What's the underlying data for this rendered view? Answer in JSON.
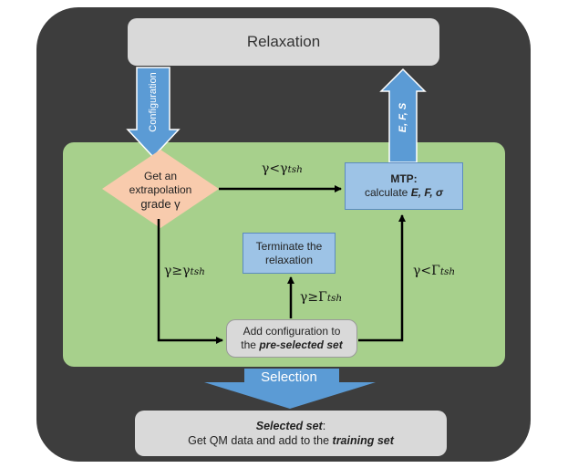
{
  "relaxation": {
    "label": "Relaxation"
  },
  "configuration_arrow": {
    "label": "Configuration"
  },
  "efs_arrow": {
    "label": "E, F, S"
  },
  "decision": {
    "line1": "Get an",
    "line2": "extrapolation",
    "line3": "grade γ"
  },
  "mtp": {
    "title": "MTP:",
    "prefix": "calculate ",
    "quantities": "E, F, σ"
  },
  "terminate": {
    "line1": "Terminate the",
    "line2": "relaxation"
  },
  "add_config": {
    "line1": "Add configuration to",
    "line2_prefix": "the ",
    "line2_emph": "pre-selected set"
  },
  "selection_arrow": {
    "label": "Selection"
  },
  "selected_set": {
    "title": "Selected set",
    "title_suffix": ":",
    "line2_prefix": "Get QM data and add to the ",
    "line2_emph": "training set"
  },
  "edge_labels": {
    "to_mtp": {
      "symbol": "γ<γ",
      "sub": "tsh"
    },
    "down_left": {
      "symbol": "γ≥γ",
      "sub": "tsh"
    },
    "to_terminate": {
      "symbol": "γ≥Γ",
      "sub": "tsh"
    },
    "up_right": {
      "symbol": "γ<Γ",
      "sub": "tsh"
    }
  },
  "colors": {
    "frame": "#3d3d3d",
    "process_area": "#a7d08c",
    "decision": "#f8cbad",
    "mtp_box": "#9dc3e6",
    "arrow_blue": "#5b9bd5",
    "grey_box": "#d9d9d9"
  }
}
